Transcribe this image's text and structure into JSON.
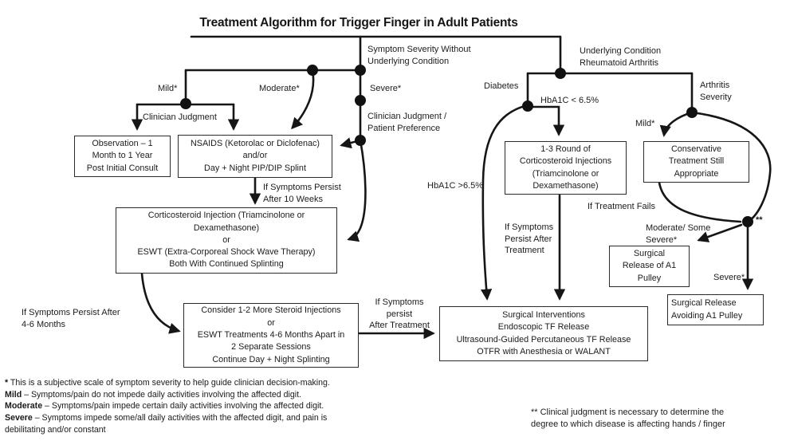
{
  "title": "Treatment Algorithm for Trigger Finger in Adult Patients",
  "colors": {
    "line": "#161616",
    "box_border": "#2b2b2b",
    "background": "#ffffff",
    "text": "#1c1c1c"
  },
  "boxes": {
    "observation": {
      "text": "Observation – 1\nMonth to 1 Year\nPost Initial Consult"
    },
    "nsaids": {
      "text": "NSAIDS (Ketorolac or Diclofenac)\nand/or\nDay + Night PIP/DIP Splint"
    },
    "corticosteroid": {
      "text": "Corticosteroid Injection (Triamcinolone or\nDexamethasone)\nor\nESWT (Extra-Corporeal Shock Wave Therapy)\nBoth With Continued Splinting"
    },
    "more_injections": {
      "text": "Consider 1-2 More Steroid Injections\nor\nESWT Treatments 4-6 Months Apart in\n2 Separate Sessions\nContinue Day + Night Splinting"
    },
    "surgical_interventions": {
      "text": "Surgical Interventions\nEndoscopic TF Release\nUltrasound-Guided Percutaneous TF Release\nOTFR with Anesthesia or WALANT"
    },
    "steroid_rounds": {
      "text": "1-3 Round of\nCorticosteroid Injections\n(Triamcinolone or\nDexamethasone)"
    },
    "conservative": {
      "text": "Conservative\nTreatment Still\nAppropriate"
    },
    "release_a1": {
      "text": "Surgical\nRelease of A1\nPulley"
    },
    "avoid_a1": {
      "text": "Surgical Release\nAvoiding A1 Pulley"
    }
  },
  "labels": {
    "symptom_severity": "Symptom Severity Without\nUnderlying Condition",
    "mild_left": "Mild*",
    "moderate": "Moderate*",
    "severe_center": "Severe*",
    "clinician_judgment": "Clinician Judgment",
    "clinician_judgment_preference": "Clinician Judgment /\nPatient Preference",
    "persist_10_weeks": "If Symptoms Persist\nAfter 10 Weeks",
    "persist_4_6_months": "If Symptoms Persist After\n4-6 Months",
    "persist_after_treatment_center": "If Symptoms\npersist\nAfter Treatment",
    "hba1c_high": "HbA1C >6.5%",
    "diabetes": "Diabetes",
    "hba1c_low": "HbA1C < 6.5%",
    "underlying_condition": "Underlying Condition\nRheumatoid Arthritis",
    "arthritis_severity": "Arthritis\nSeverity",
    "mild_right": "Mild*",
    "persist_after_treatment_right": "If Symptoms\nPersist After\nTreatment",
    "treatment_fails": "If Treatment Fails",
    "moderate_some_severe": "Moderate/ Some\nSevere*",
    "severe_right": "Severe*",
    "double_asterisk": "**"
  },
  "footnotes": {
    "severity_scale": {
      "intro_bold": "*",
      "intro_rest": " This is a subjective scale of symptom severity to help guide clinician decision-making.",
      "mild_bold": "Mild",
      "mild_rest": " – Symptoms/pain do not impede daily activities involving the affected digit.",
      "moderate_bold": "Moderate",
      "moderate_rest": " – Symptoms/pain impede certain daily activities involving the affected digit.",
      "severe_bold": "Severe",
      "severe_rest": " – Symptoms impede some/all daily activities with the affected digit, and pain is",
      "severe_cont": "debilitating and/or constant"
    },
    "clinical_judgment": "** Clinical judgment is necessary to determine the\ndegree to which disease is affecting hands / finger"
  }
}
